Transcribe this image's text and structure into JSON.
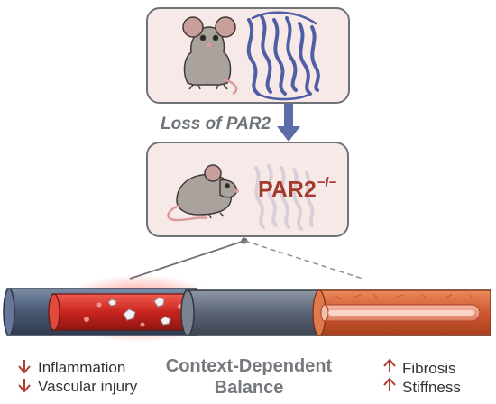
{
  "arrow_label": "Loss of PAR2",
  "knockout": {
    "gene": "PAR2",
    "genotype": "−/−"
  },
  "outcomes": {
    "decreased": [
      "Inflammation",
      "Vascular injury"
    ],
    "increased": [
      "Fibrosis",
      "Stiffness"
    ]
  },
  "balance": {
    "line1": "Context-Dependent",
    "line2": "Balance"
  },
  "colors": {
    "panel_fill": "#f8e9e9",
    "panel_border": "#6f7277",
    "receptor": "#4f5fa3",
    "arrow": "#5d6da9",
    "decrease_arrow": "#b03a2e",
    "increase_arrow": "#b03a2e",
    "knockout_text": "#a33a2c",
    "vessel_wall": "#4f5f79",
    "blood_red": "#d42e26",
    "fibrotic_orange": "#d8653a"
  }
}
